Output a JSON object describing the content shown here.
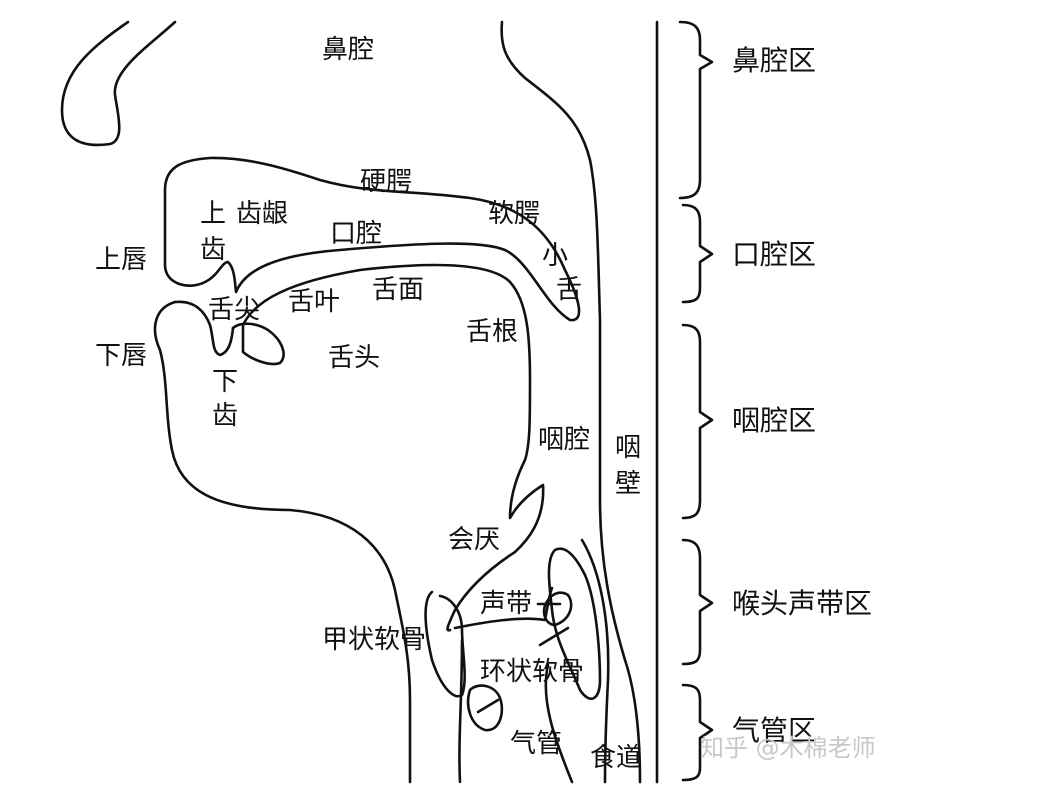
{
  "labels": {
    "nasal_cavity": "鼻腔",
    "hard_palate": "硬腭",
    "soft_palate": "软腭",
    "upper_teeth_1": "上",
    "upper_teeth_2": "齿",
    "gums": "齿龈",
    "oral_cavity": "口腔",
    "uvula_1": "小",
    "uvula_2": "舌",
    "upper_lip": "上唇",
    "tongue_tip": "舌尖",
    "tongue_blade": "舌叶",
    "tongue_surface": "舌面",
    "tongue_root": "舌根",
    "lower_lip": "下唇",
    "tongue_body": "舌头",
    "lower_teeth_1": "下",
    "lower_teeth_2": "齿",
    "pharynx": "咽腔",
    "pharyngeal_wall_1": "咽",
    "pharyngeal_wall_2": "壁",
    "epiglottis": "会厌",
    "vocal_cords": "声带",
    "thyroid_cartilage": "甲状软骨",
    "cricoid_cartilage": "环状软骨",
    "trachea": "气管",
    "esophagus": "食道"
  },
  "zones": {
    "nasal_zone": "鼻腔区",
    "oral_zone": "口腔区",
    "pharynx_zone": "咽腔区",
    "larynx_zone": "喉头声带区",
    "trachea_zone": "气管区"
  },
  "watermark": "知乎 @木棉老师",
  "colors": {
    "ink": "#111111",
    "background": "#ffffff",
    "watermark": "#c8c8c8"
  }
}
